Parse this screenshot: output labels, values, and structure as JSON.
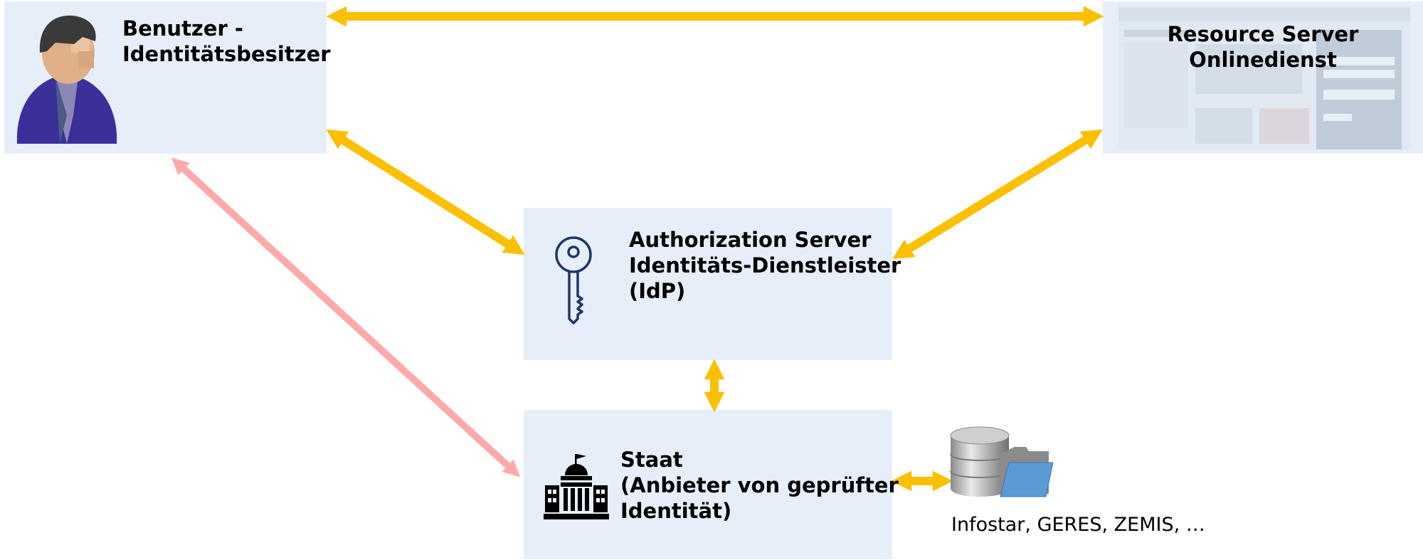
{
  "nodes": {
    "user": {
      "lines": [
        "Benutzer -",
        "Identitätsbesitzer"
      ],
      "icon": "person-avatar-icon"
    },
    "resource": {
      "lines": [
        "Resource Server",
        "Onlinedienst"
      ],
      "background": "faded-website-screenshot"
    },
    "auth": {
      "lines": [
        "Authorization Server",
        "Identitäts-Dienstleister",
        "(IdP)"
      ],
      "icon": "key-icon"
    },
    "state": {
      "lines": [
        "Staat",
        "(Anbieter von geprüfter",
        "Identität)"
      ],
      "icon": "government-building-icon"
    }
  },
  "registers": {
    "caption": "Infostar, GERES, ZEMIS, …",
    "icon": "database-folder-icon"
  },
  "colors": {
    "box_fill": "#e6eff9",
    "arrow_gold": "#fcc000",
    "arrow_pink": "#ffaaaa",
    "avatar_body": "#3b2f9a",
    "key_stroke": "#1f3864"
  }
}
